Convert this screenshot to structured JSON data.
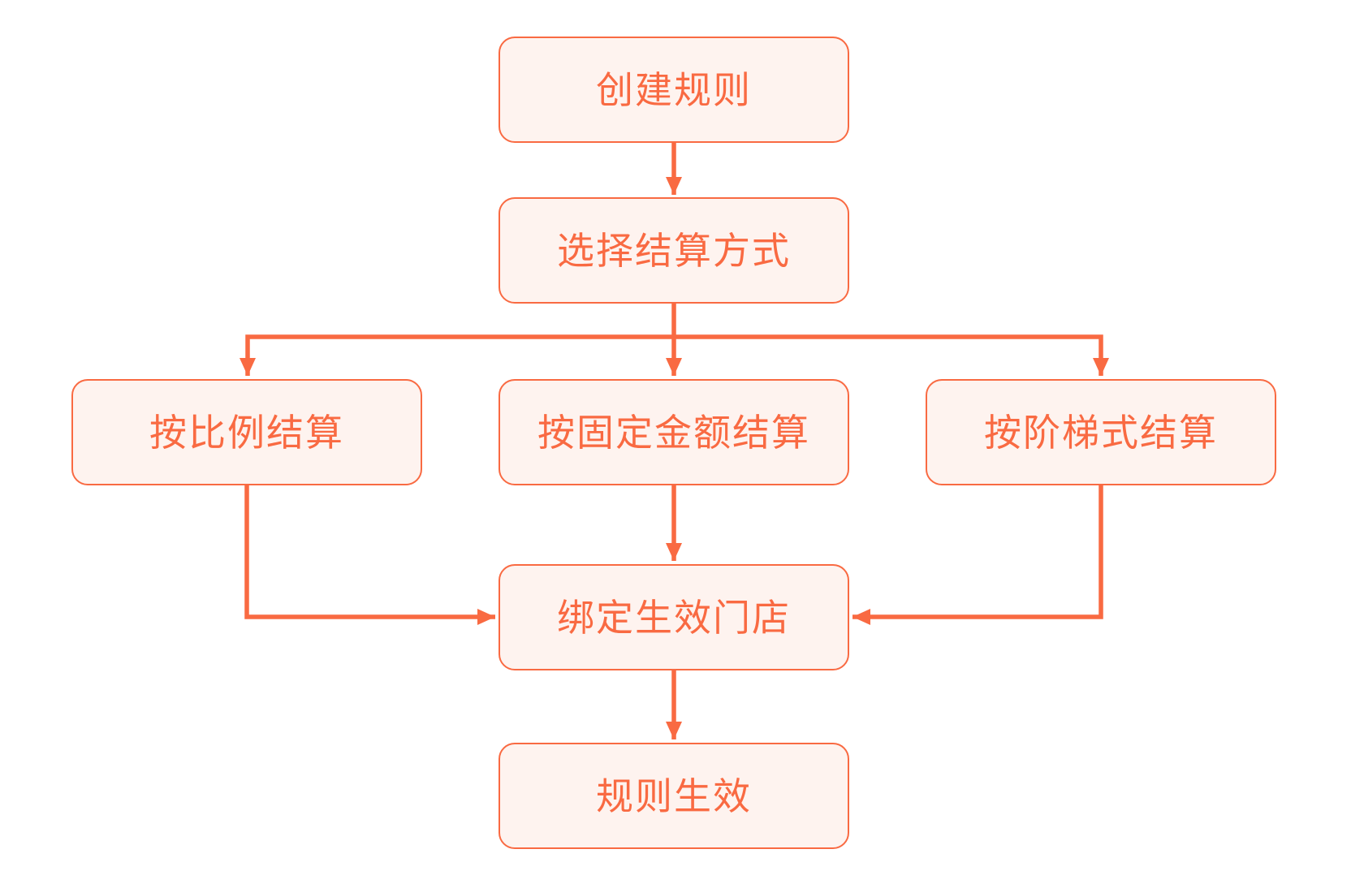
{
  "diagram": {
    "type": "flowchart",
    "colors": {
      "accent": "#F96A42",
      "node_fill": "#FEF3EF",
      "background": "#FFFFFF"
    },
    "nodes": [
      {
        "id": "create-rule",
        "label": "创建规则"
      },
      {
        "id": "select-settlement-method",
        "label": "选择结算方式"
      },
      {
        "id": "settle-by-ratio",
        "label": "按比例结算"
      },
      {
        "id": "settle-by-fixed-amount",
        "label": "按固定金额结算"
      },
      {
        "id": "settle-by-tier",
        "label": "按阶梯式结算"
      },
      {
        "id": "bind-effective-stores",
        "label": "绑定生效门店"
      },
      {
        "id": "rule-takes-effect",
        "label": "规则生效"
      }
    ],
    "edges": [
      {
        "from": "create-rule",
        "to": "select-settlement-method"
      },
      {
        "from": "select-settlement-method",
        "to": "settle-by-ratio"
      },
      {
        "from": "select-settlement-method",
        "to": "settle-by-fixed-amount"
      },
      {
        "from": "select-settlement-method",
        "to": "settle-by-tier"
      },
      {
        "from": "settle-by-ratio",
        "to": "bind-effective-stores"
      },
      {
        "from": "settle-by-fixed-amount",
        "to": "bind-effective-stores"
      },
      {
        "from": "settle-by-tier",
        "to": "bind-effective-stores"
      },
      {
        "from": "bind-effective-stores",
        "to": "rule-takes-effect"
      }
    ]
  }
}
